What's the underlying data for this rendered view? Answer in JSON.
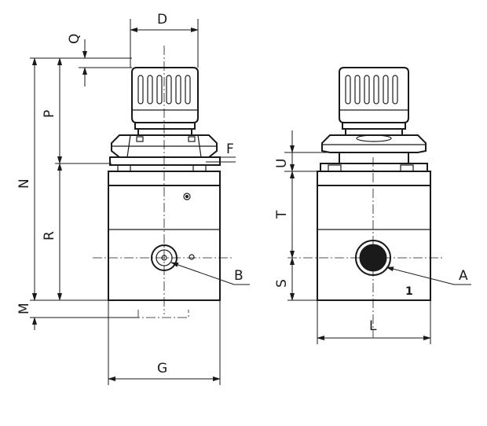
{
  "labels": {
    "D": "D",
    "Q": "Q",
    "P": "P",
    "N": "N",
    "R": "R",
    "M": "M",
    "F": "F",
    "B": "B",
    "G": "G",
    "U": "U",
    "T": "T",
    "S": "S",
    "A": "A",
    "L": "L",
    "port_mark": "1"
  }
}
